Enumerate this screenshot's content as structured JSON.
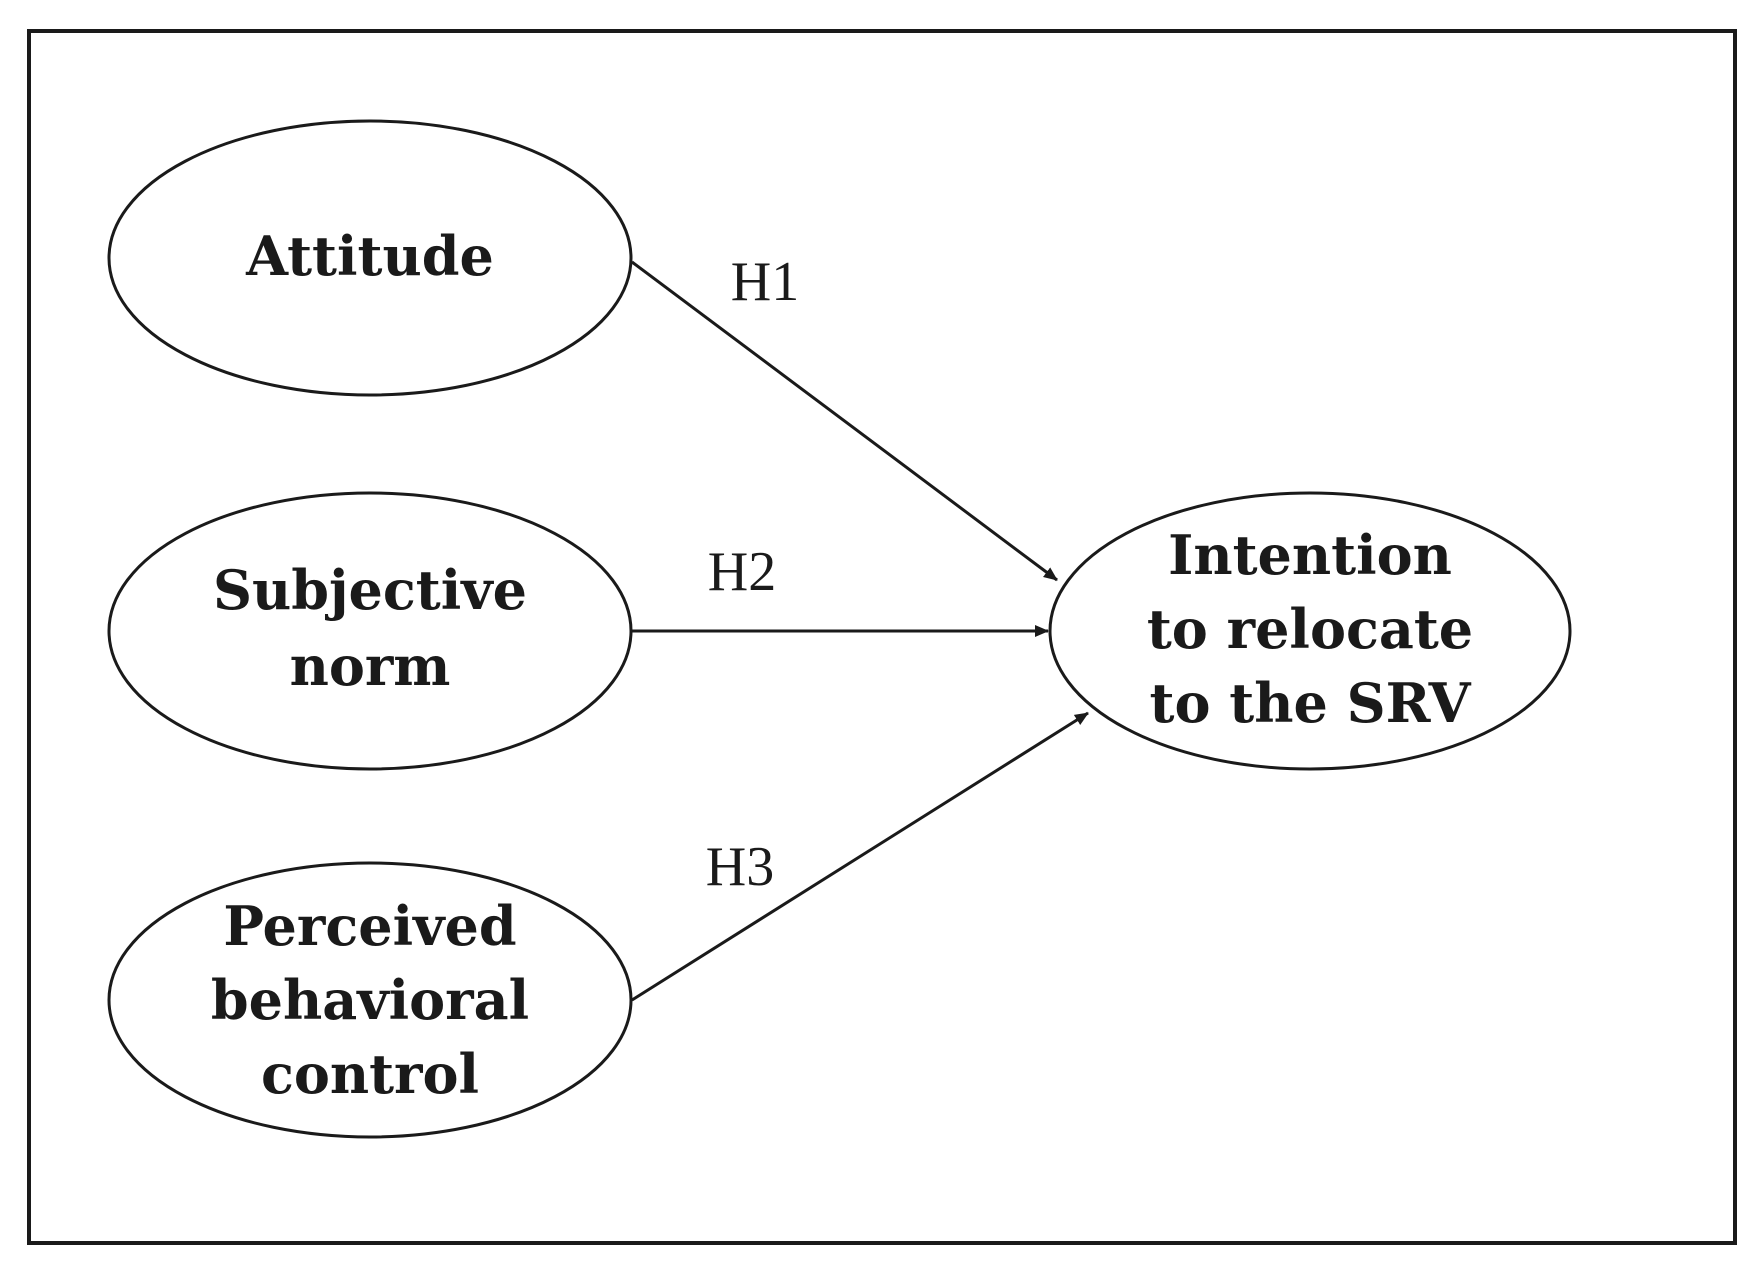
{
  "nodes": {
    "attitude": {
      "lines": [
        "Attitude"
      ]
    },
    "subjective_norm": {
      "lines": [
        "Subjective",
        "norm"
      ]
    },
    "pbc": {
      "lines": [
        "Perceived",
        "behavioral",
        "control"
      ]
    },
    "intention": {
      "lines": [
        "Intention",
        "to relocate",
        "to the SRV"
      ]
    }
  },
  "edges": {
    "h1": {
      "label": "H1",
      "from": "Attitude",
      "to": "Intention to relocate to the SRV"
    },
    "h2": {
      "label": "H2",
      "from": "Subjective norm",
      "to": "Intention to relocate to the SRV"
    },
    "h3": {
      "label": "H3",
      "from": "Perceived behavioral control",
      "to": "Intention to relocate to the SRV"
    }
  },
  "colors": {
    "stroke": "#1a1a1a",
    "background": "#ffffff"
  }
}
